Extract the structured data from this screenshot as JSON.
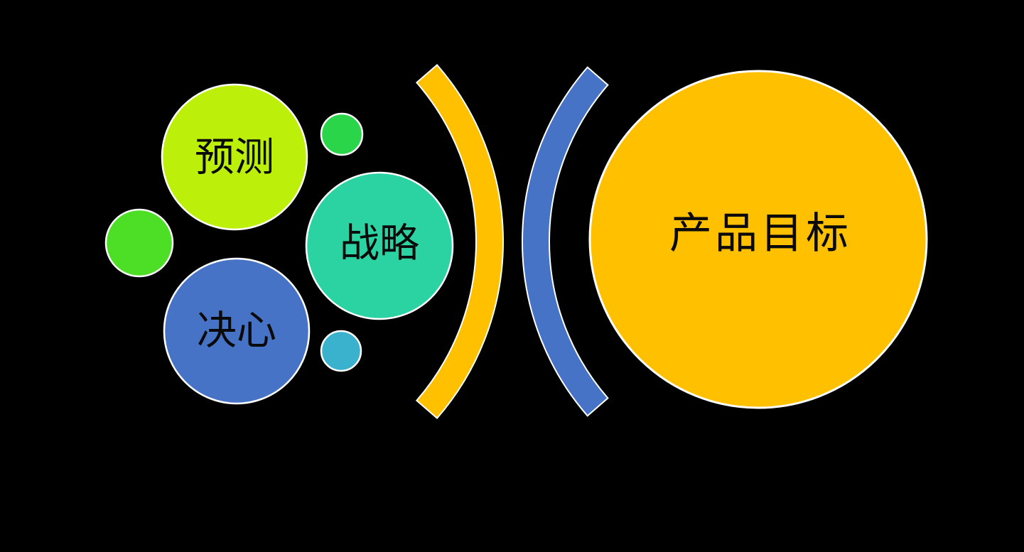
{
  "diagram": {
    "background_color": "#000000",
    "outline_color": "#FFFFFF",
    "label_color": "#0A0A0A",
    "bubbles": {
      "forecast": {
        "label": "预测",
        "color": "#BCF00A"
      },
      "strategy": {
        "label": "战略",
        "color": "#2BD3A2"
      },
      "determination": {
        "label": "决心",
        "color": "#4673C5"
      },
      "product_goal": {
        "label": "产品目标",
        "color": "#FFC000"
      },
      "dot_green_left": {
        "color": "#4DDE26"
      },
      "dot_green_top": {
        "color": "#2BD54A"
      },
      "dot_teal_small": {
        "color": "#3AB2CD"
      }
    },
    "arcs": {
      "gold_arc": {
        "color": "#FFC000"
      },
      "blue_arc": {
        "color": "#4673C5"
      }
    }
  }
}
